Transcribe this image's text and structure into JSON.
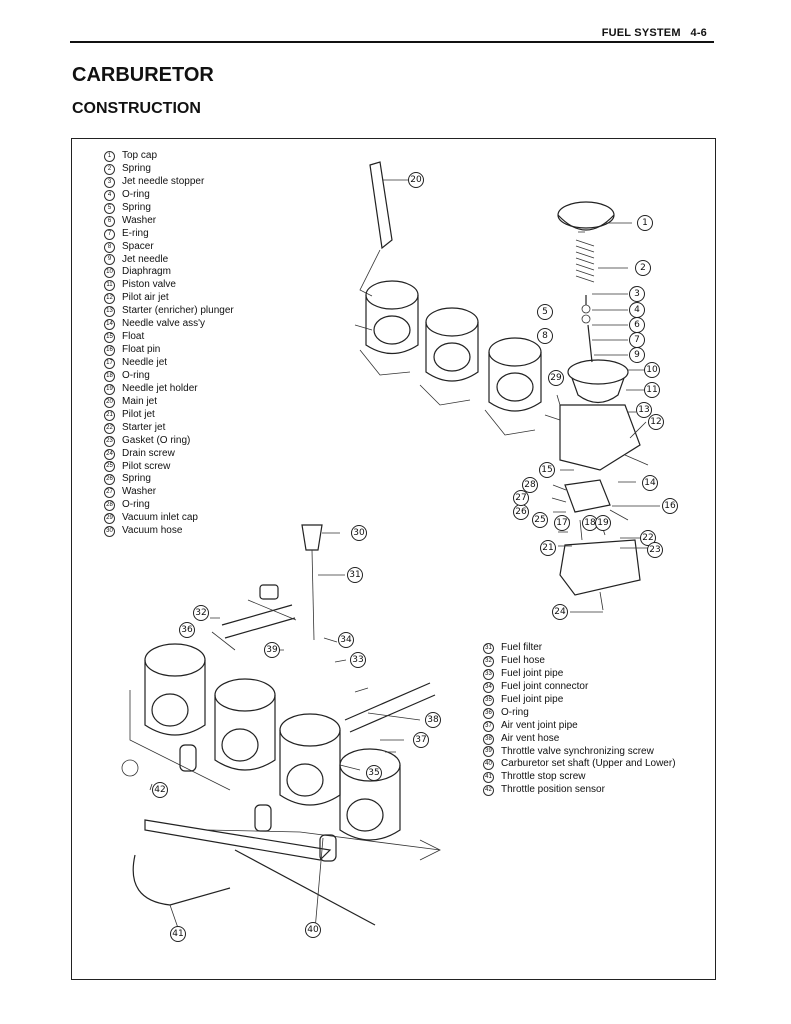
{
  "header": {
    "section": "FUEL SYSTEM",
    "page": "4-6"
  },
  "title": "CARBURETOR",
  "subtitle": "CONSTRUCTION",
  "parts_list_a": [
    {
      "n": "1",
      "label": "Top cap"
    },
    {
      "n": "2",
      "label": "Spring"
    },
    {
      "n": "3",
      "label": "Jet needle stopper"
    },
    {
      "n": "4",
      "label": "O-ring"
    },
    {
      "n": "5",
      "label": "Spring"
    },
    {
      "n": "6",
      "label": "Washer"
    },
    {
      "n": "7",
      "label": "E-ring"
    },
    {
      "n": "8",
      "label": "Spacer"
    },
    {
      "n": "9",
      "label": "Jet needle"
    },
    {
      "n": "10",
      "label": "Diaphragm"
    },
    {
      "n": "11",
      "label": "Piston valve"
    },
    {
      "n": "12",
      "label": "Pilot air jet"
    },
    {
      "n": "13",
      "label": "Starter (enricher) plunger"
    },
    {
      "n": "14",
      "label": "Needle valve ass'y"
    },
    {
      "n": "15",
      "label": "Float"
    },
    {
      "n": "16",
      "label": "Float pin"
    },
    {
      "n": "17",
      "label": "Needle jet"
    },
    {
      "n": "18",
      "label": "O-ring"
    },
    {
      "n": "19",
      "label": "Needle jet holder"
    },
    {
      "n": "20",
      "label": "Main jet"
    },
    {
      "n": "21",
      "label": "Pilot jet"
    },
    {
      "n": "22",
      "label": "Starter jet"
    },
    {
      "n": "23",
      "label": "Gasket (O ring)"
    },
    {
      "n": "24",
      "label": "Drain screw"
    },
    {
      "n": "25",
      "label": "Pilot screw"
    },
    {
      "n": "26",
      "label": "Spring"
    },
    {
      "n": "27",
      "label": "Washer"
    },
    {
      "n": "28",
      "label": "O-ring"
    },
    {
      "n": "29",
      "label": "Vacuum inlet cap"
    },
    {
      "n": "30",
      "label": "Vacuum hose"
    }
  ],
  "parts_list_b": [
    {
      "n": "31",
      "label": "Fuel filter"
    },
    {
      "n": "32",
      "label": "Fuel hose"
    },
    {
      "n": "33",
      "label": "Fuel joint pipe"
    },
    {
      "n": "34",
      "label": "Fuel joint connector"
    },
    {
      "n": "35",
      "label": "Fuel joint pipe"
    },
    {
      "n": "36",
      "label": "O-ring"
    },
    {
      "n": "37",
      "label": "Air vent joint pipe"
    },
    {
      "n": "38",
      "label": "Air vent hose"
    },
    {
      "n": "39",
      "label": "Throttle valve synchronizing screw"
    },
    {
      "n": "40",
      "label": "Carburetor set shaft (Upper and Lower)"
    },
    {
      "n": "41",
      "label": "Throttle stop screw"
    },
    {
      "n": "42",
      "label": "Throttle position sensor"
    }
  ],
  "callouts": [
    "1",
    "2",
    "3",
    "4",
    "5",
    "6",
    "7",
    "8",
    "9",
    "10",
    "11",
    "12",
    "13",
    "14",
    "15",
    "16",
    "17",
    "18",
    "19",
    "20",
    "21",
    "22",
    "23",
    "24",
    "25",
    "26",
    "27",
    "28",
    "29",
    "30",
    "31",
    "32",
    "33",
    "34",
    "35",
    "36",
    "37",
    "38",
    "39",
    "40",
    "41",
    "42"
  ],
  "icons": {
    "callout": "numbered-circle-callout",
    "diagram": "carburetor-exploded-view"
  }
}
